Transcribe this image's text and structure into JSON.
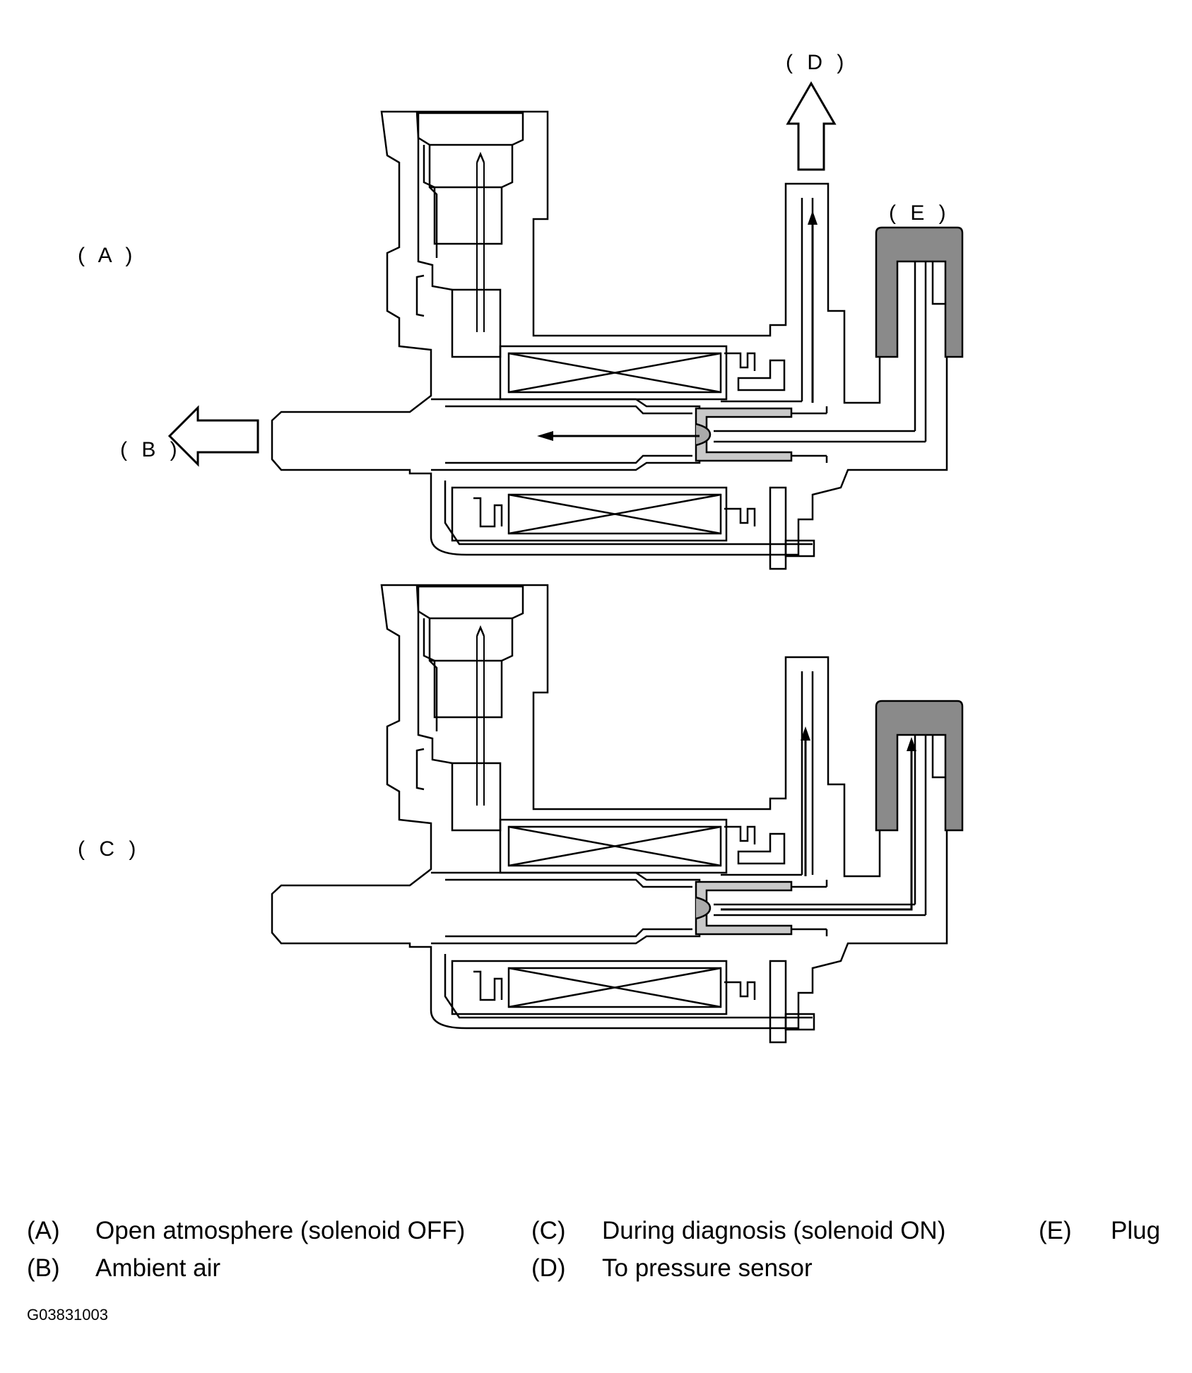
{
  "labels": {
    "a": "( A )",
    "b": "( B )",
    "c": "( C )",
    "d": "( D )",
    "e": "( E )"
  },
  "legend": [
    {
      "key": "(A)",
      "text": "Open atmosphere (solenoid OFF)"
    },
    {
      "key": "(B)",
      "text": "Ambient air"
    },
    {
      "key": "(C)",
      "text": "During diagnosis (solenoid ON)"
    },
    {
      "key": "(D)",
      "text": "To pressure sensor"
    },
    {
      "key": "(E)",
      "text": "Plug"
    }
  ],
  "figure_code": "G03831003",
  "colors": {
    "line": "#000000",
    "plug_fill": "#8a8a8a",
    "background": "#ffffff"
  }
}
